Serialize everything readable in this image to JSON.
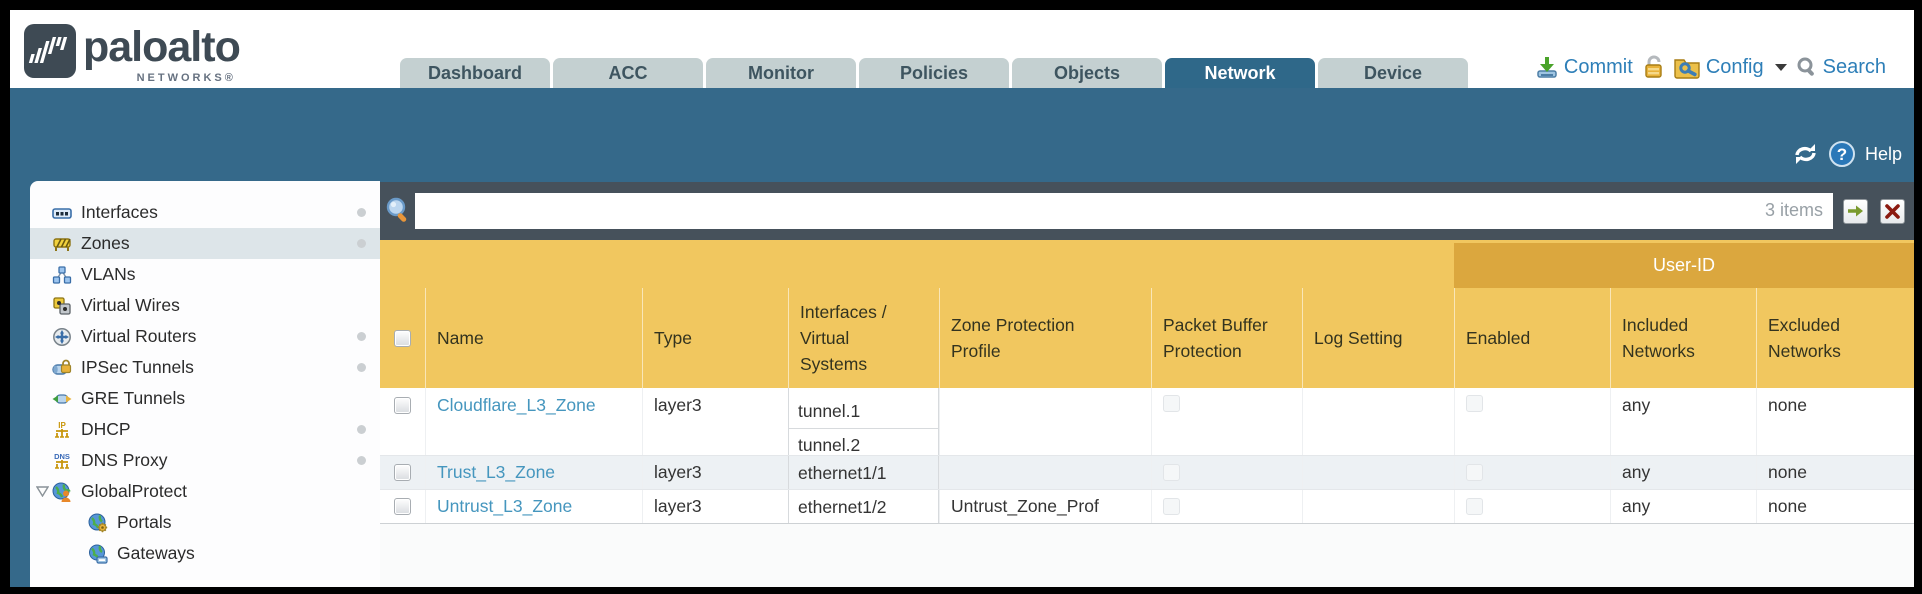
{
  "brand": {
    "word": "paloalto",
    "sub": "NETWORKS®"
  },
  "tabs": [
    {
      "label": "Dashboard"
    },
    {
      "label": "ACC"
    },
    {
      "label": "Monitor"
    },
    {
      "label": "Policies"
    },
    {
      "label": "Objects"
    },
    {
      "label": "Network",
      "active": true
    },
    {
      "label": "Device"
    }
  ],
  "top_actions": {
    "commit": "Commit",
    "config": "Config",
    "search": "Search"
  },
  "band_actions": {
    "help": "Help"
  },
  "sidebar": {
    "items": [
      {
        "label": "Interfaces"
      },
      {
        "label": "Zones",
        "selected": true
      },
      {
        "label": "VLANs"
      },
      {
        "label": "Virtual Wires"
      },
      {
        "label": "Virtual Routers"
      },
      {
        "label": "IPSec Tunnels"
      },
      {
        "label": "GRE Tunnels"
      },
      {
        "label": "DHCP"
      },
      {
        "label": "DNS Proxy"
      },
      {
        "label": "GlobalProtect",
        "expanded": true
      },
      {
        "label": "Portals",
        "indent": true
      },
      {
        "label": "Gateways",
        "indent": true
      }
    ]
  },
  "filter": {
    "value": "",
    "items_count": "3 items"
  },
  "table": {
    "group_header": "User-ID",
    "columns": {
      "name": "Name",
      "type": "Type",
      "interfaces": "Interfaces / Virtual Systems",
      "zone_protection_profile": "Zone Protection Profile",
      "packet_buffer_protection": "Packet Buffer Protection",
      "log_setting": "Log Setting",
      "enabled": "Enabled",
      "included_networks": "Included Networks",
      "excluded_networks": "Excluded Networks"
    },
    "rows": [
      {
        "name": "Cloudflare_L3_Zone",
        "type": "layer3",
        "interfaces": [
          "tunnel.1",
          "tunnel.2"
        ],
        "zone_protection_profile": "",
        "log_setting": "",
        "included_networks": "any",
        "excluded_networks": "none"
      },
      {
        "name": "Trust_L3_Zone",
        "type": "layer3",
        "interfaces": [
          "ethernet1/1"
        ],
        "zone_protection_profile": "",
        "log_setting": "",
        "included_networks": "any",
        "excluded_networks": "none"
      },
      {
        "name": "Untrust_L3_Zone",
        "type": "layer3",
        "interfaces": [
          "ethernet1/2"
        ],
        "zone_protection_profile": "Untrust_Zone_Prof",
        "log_setting": "",
        "included_networks": "any",
        "excluded_networks": "none"
      }
    ]
  }
}
